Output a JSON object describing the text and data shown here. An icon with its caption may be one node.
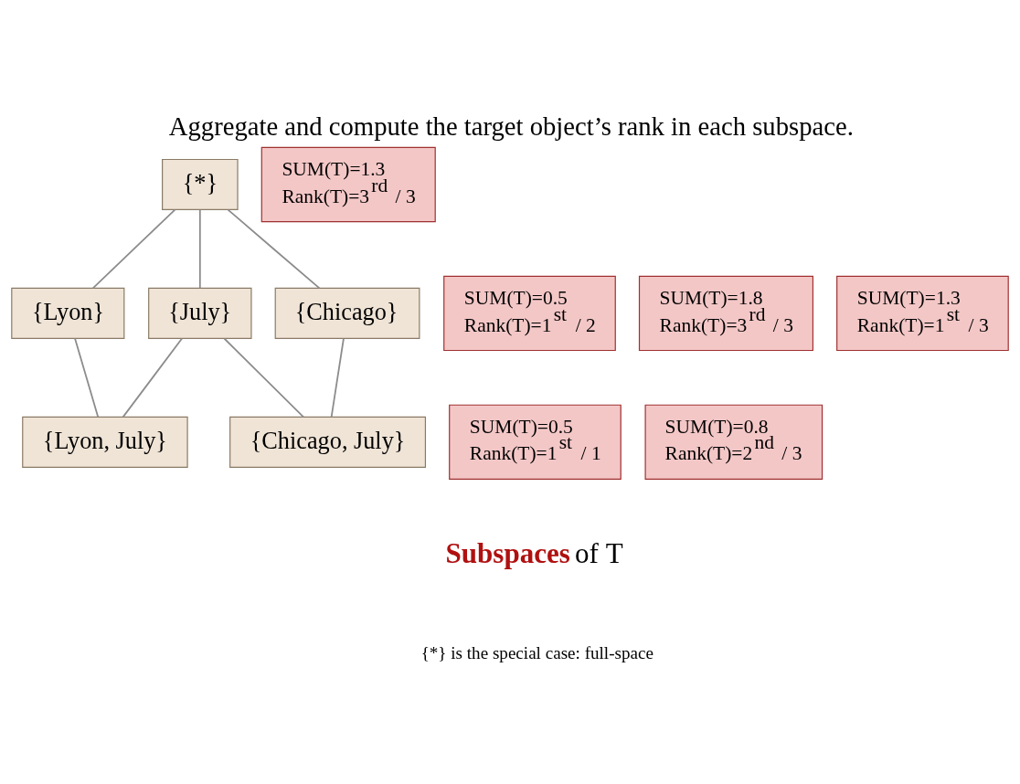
{
  "diagram": {
    "title": "Aggregate and compute the target object’s rank in each subspace.",
    "nodes": [
      {
        "text": [
          "{*}"
        ]
      },
      {
        "text": [
          "SUM(T)=1.3",
          "Rank(T)=3$^{rd}$ / 3"
        ]
      },
      {
        "text": [
          "{Lyon}"
        ]
      },
      {
        "text": [
          "SUM(T)=0.5",
          "Rank(T)=1$^{st}$ / 2"
        ]
      },
      {
        "text": [
          "{Chicago}"
        ]
      },
      {
        "text": [
          "SUM(T)=1.8",
          "Rank(T)=3$^{rd}$ / 3"
        ]
      },
      {
        "text": [
          "{July}"
        ]
      },
      {
        "text": [
          "SUM(T)=1.3",
          "Rank(T)=1$^{st}$ / 3"
        ]
      },
      {
        "text": [
          "{Lyon, July}"
        ]
      },
      {
        "text": [
          "SUM(T)=0.5",
          "Rank(T)=1$^{st}$ / 1"
        ]
      },
      {
        "text": [
          "{Chicago, July}"
        ]
      },
      {
        "text": [
          "SUM(T)=0.8",
          "Rank(T)=2$^{nd}$ / 3"
        ]
      }
    ],
    "edges": [
      {
        "from": 0,
        "to": 2,
        "arrow": "none"
      },
      {
        "from": 0,
        "to": 4,
        "arrow": "none"
      },
      {
        "from": 0,
        "to": 6,
        "arrow": "none"
      },
      {
        "from": 2,
        "to": 8,
        "arrow": "none"
      },
      {
        "from": 6,
        "to": 8,
        "arrow": "none"
      },
      {
        "from": 4,
        "to": 10,
        "arrow": "none"
      },
      {
        "from": 6,
        "to": 10,
        "arrow": "none"
      }
    ],
    "labels": [
      "**Subspaces** of T",
      "{*} is the special case: full-space"
    ]
  }
}
